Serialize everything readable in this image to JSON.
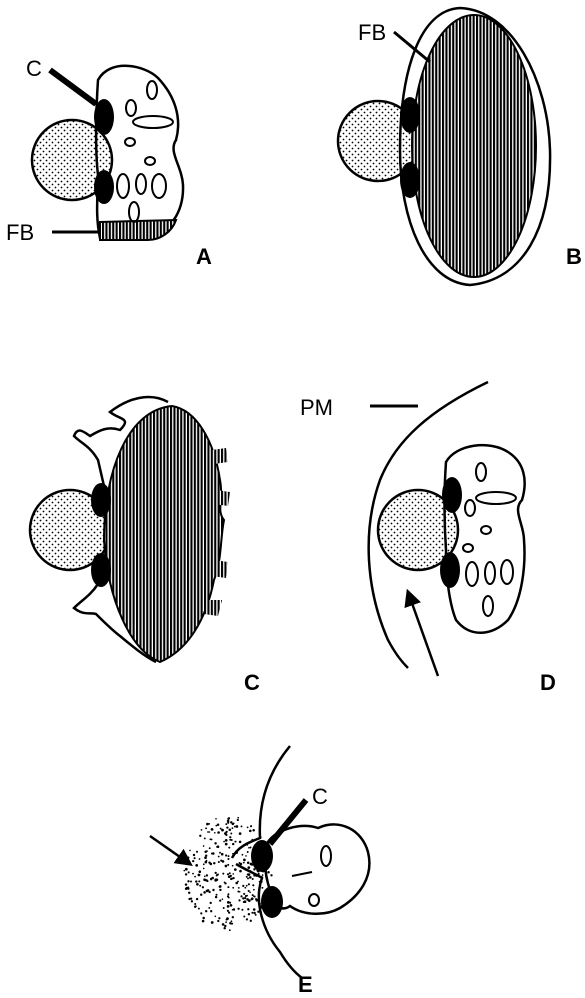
{
  "figure": {
    "callouts": {
      "c_panel_a": "C",
      "fb_panel_a": "FB",
      "fb_panel_b": "FB",
      "pm_panel_d": "PM",
      "c_panel_e": "C"
    },
    "panel_labels": {
      "a": "A",
      "b": "B",
      "c": "C",
      "d": "D",
      "e": "E"
    },
    "colors": {
      "ink": "#000000",
      "paper": "#ffffff"
    }
  }
}
